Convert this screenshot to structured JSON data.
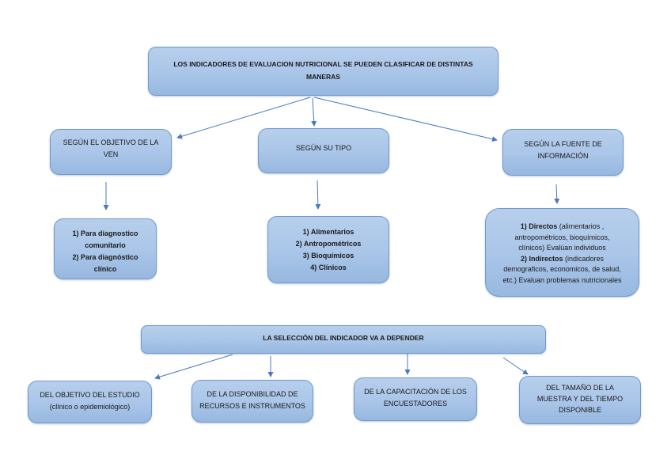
{
  "diagram": {
    "root": {
      "lines": [
        "LOS INDICADORES DE EVALUACION NUTRICIONAL SE PUEDEN CLASIFICAR DE DISTINTAS",
        "MANERAS"
      ]
    },
    "branches": [
      {
        "title_lines": [
          "SEGÚN EL OBJETIVO DE LA",
          "VEN"
        ],
        "items": [
          {
            "bold": "1) Para diagnostico",
            "rest": ""
          },
          {
            "bold": "comunitario",
            "rest": ""
          },
          {
            "bold": "2) Para diagnóstico",
            "rest": ""
          },
          {
            "bold": "clínico",
            "rest": ""
          }
        ]
      },
      {
        "title_lines": [
          "SEGÚN SU TIPO"
        ],
        "items": [
          {
            "bold": "1) Alimentarios",
            "rest": ""
          },
          {
            "bold": "2) Antropométricos",
            "rest": ""
          },
          {
            "bold": "3) Bioquímicos",
            "rest": ""
          },
          {
            "bold": "4) Clínicos",
            "rest": ""
          }
        ]
      },
      {
        "title_lines": [
          "SEGÚN LA FUENTE DE",
          "INFORMACIÓN"
        ],
        "items": [
          {
            "bold": "1) Directos",
            "rest": " (alimentarios ,"
          },
          {
            "bold": "",
            "rest": "antropométricos, bioquímicos,"
          },
          {
            "bold": "",
            "rest": "clínicos) Evalúan individuos"
          },
          {
            "bold": "2) Indirectos",
            "rest": " (indicadores"
          },
          {
            "bold": "",
            "rest": "demograficos, economicos, de salud,"
          },
          {
            "bold": "",
            "rest": "etc.) Evaluan problemas nutricionales"
          }
        ]
      }
    ],
    "selection": {
      "title": "LA SELECCIÓN DEL INDICADOR VA A DEPENDER",
      "factors": [
        {
          "lines": [
            "DEL OBJETIVO DEL ESTUDIO",
            "(clínico o epidemiológico)"
          ]
        },
        {
          "lines": [
            "DE LA DISPONIBILIDAD DE",
            "RECURSOS E INSTRUMENTOS"
          ]
        },
        {
          "lines": [
            "DE LA CAPACITACIÓN DE LOS",
            "ENCUESTADORES"
          ]
        },
        {
          "lines": [
            "DEL TAMAÑO DE LA",
            "MUESTRA Y DEL TIEMPO",
            "DISPONIBLE"
          ]
        }
      ]
    },
    "colors": {
      "box_fill_top": "#b7cfec",
      "box_fill_bottom": "#97b8e0",
      "box_border": "#6f99cf",
      "connector": "#4a78c2"
    }
  }
}
